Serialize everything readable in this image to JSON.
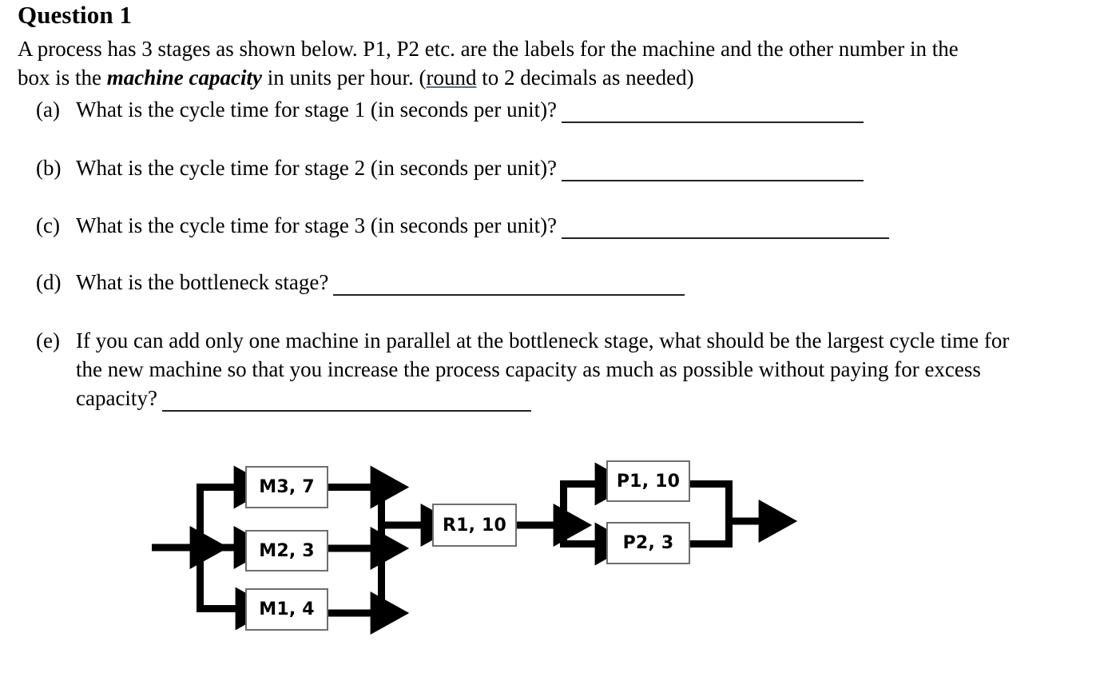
{
  "page": {
    "title": "Question 1",
    "intro": {
      "part1": "A process has 3 stages as shown below. P1, P2 etc. are the labels for the machine and the other number in the box is the ",
      "emphasis": "machine capacity",
      "part2": " in units per hour. (",
      "underlined": "round",
      "part3": " to 2 decimals as needed)"
    }
  },
  "questions": [
    {
      "marker": "(a)",
      "text": "What is the cycle time for stage 1 (in seconds per unit)?",
      "answer": ""
    },
    {
      "marker": "(b)",
      "text": "What is the cycle time for stage 2 (in seconds per unit)?",
      "answer": ""
    },
    {
      "marker": "(c)",
      "text": "What is the cycle time for stage 3 (in seconds per unit)?",
      "answer": ""
    },
    {
      "marker": "(d)",
      "text": "What is the bottleneck stage?",
      "answer": ""
    },
    {
      "marker": "(e)",
      "text": "If you can add only one machine in parallel at the bottleneck stage, what should be the largest cycle time for the new machine so that you increase the process capacity as much as possible without paying for excess capacity?",
      "answer": ""
    }
  ],
  "diagram": {
    "type": "process-flow",
    "stages": [
      {
        "stage": 1,
        "arrangement": "parallel",
        "machines": [
          {
            "id": "M3",
            "capacity": 7,
            "label": "M3, 7"
          },
          {
            "id": "M2",
            "capacity": 3,
            "label": "M2, 3"
          },
          {
            "id": "M1",
            "capacity": 4,
            "label": "M1, 4"
          }
        ]
      },
      {
        "stage": 2,
        "arrangement": "single",
        "machines": [
          {
            "id": "R1",
            "capacity": 10,
            "label": "R1, 10"
          }
        ]
      },
      {
        "stage": 3,
        "arrangement": "parallel",
        "machines": [
          {
            "id": "P1",
            "capacity": 10,
            "label": "P1, 10"
          },
          {
            "id": "P2",
            "capacity": 3,
            "label": "P2, 3"
          }
        ]
      }
    ],
    "capacity_units": "units per hour",
    "colors": {
      "arrow": "#000000",
      "box_border": "#6e6e6e",
      "box_fill": "#ffffff",
      "text": "#000000"
    }
  }
}
